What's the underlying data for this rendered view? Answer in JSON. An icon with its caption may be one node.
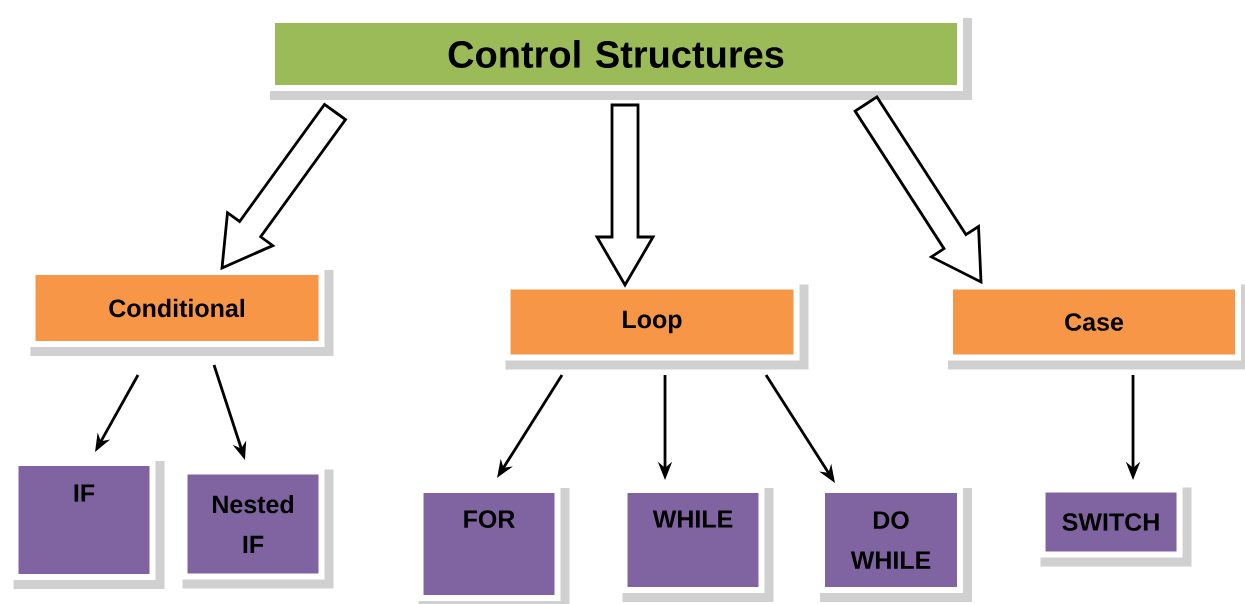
{
  "diagram": {
    "nodes": [
      {
        "text": [
          "Control Structures"
        ]
      },
      {
        "text": [
          "Conditional"
        ]
      },
      {
        "text": [
          "Loop"
        ]
      },
      {
        "text": [
          "Case"
        ]
      },
      {
        "text": [
          "IF"
        ]
      },
      {
        "text": [
          "Nested IF"
        ]
      },
      {
        "text": [
          "FOR"
        ]
      },
      {
        "text": [
          "WHILE"
        ]
      },
      {
        "text": [
          "DO WHILE"
        ]
      },
      {
        "text": [
          "SWITCH"
        ]
      }
    ],
    "edges": [
      {
        "from": 0,
        "to": 1,
        "arrow": "to",
        "style": "thick"
      },
      {
        "from": 0,
        "to": 2,
        "arrow": "to",
        "style": "thick"
      },
      {
        "from": 0,
        "to": 3,
        "arrow": "to",
        "style": "thick"
      },
      {
        "from": 1,
        "to": 4,
        "arrow": "to"
      },
      {
        "from": 1,
        "to": 5,
        "arrow": "to"
      },
      {
        "from": 2,
        "to": 6,
        "arrow": "to"
      },
      {
        "from": 2,
        "to": 7,
        "arrow": "to"
      },
      {
        "from": 2,
        "to": 8,
        "arrow": "to"
      },
      {
        "from": 3,
        "to": 9,
        "arrow": "to"
      }
    ]
  }
}
